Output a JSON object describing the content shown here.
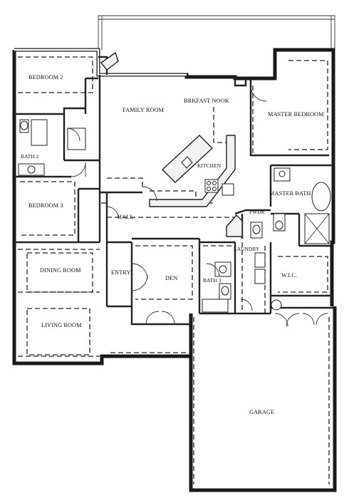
{
  "rooms": {
    "bedroom2": "BEDROOM 2",
    "family_room": "FAMILY ROOM",
    "brkfast_nook": "BRKFAST NOOK",
    "master_bedroom": "MASTER BEDROOM",
    "bath2": "BATH 2",
    "kitchen": "KITCHEN",
    "master_bath": "MASTER BATH",
    "bedroom3": "BEDROOM 3",
    "hall": "HALL",
    "pwdr": "PWDR",
    "laundry": "LAUNDRY",
    "dining_room": "DINING ROOM",
    "entry": "ENTRY",
    "den": "DEN",
    "wic": "W.I.C.",
    "bath3": "BATH 3",
    "living_room": "LIVING ROOM",
    "garage": "GARAGE"
  }
}
